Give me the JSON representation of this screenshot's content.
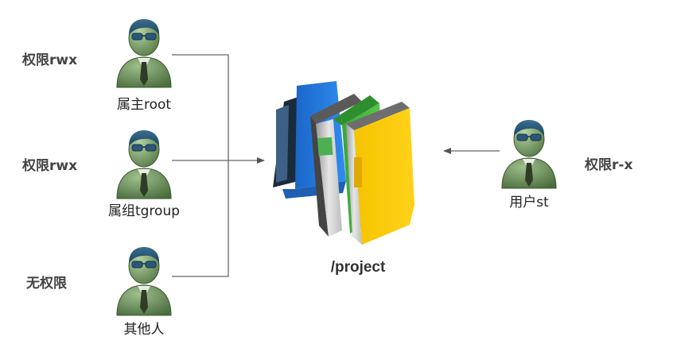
{
  "permissions": {
    "owner": "权限rwx",
    "group": "权限rwx",
    "others": "无权限",
    "st": "权限r-x"
  },
  "users": {
    "owner": "属主root",
    "group": "属组tgroup",
    "others": "其他人",
    "st": "用户st"
  },
  "directory": "/project",
  "colors": {
    "person_body": "#5c7f4f",
    "person_head": "#6f9463",
    "glasses": "#2f5f80",
    "tie": "#3a4a2e",
    "line": "#555555"
  }
}
